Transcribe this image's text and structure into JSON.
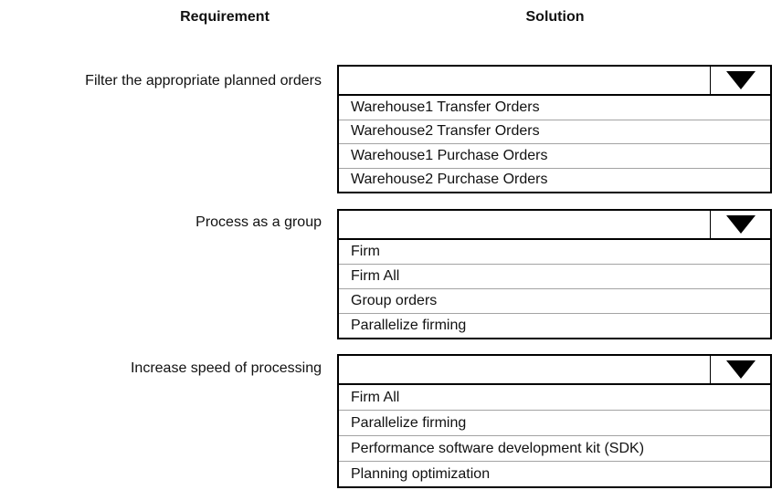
{
  "header": {
    "requirement": "Requirement",
    "solution": "Solution"
  },
  "groups": [
    {
      "requirement": "Filter the appropriate planned orders",
      "selected": "",
      "options": [
        "Warehouse1 Transfer Orders",
        "Warehouse2 Transfer Orders",
        "Warehouse1 Purchase Orders",
        "Warehouse2 Purchase Orders"
      ]
    },
    {
      "requirement": "Process as a group",
      "selected": "",
      "options": [
        "Firm",
        "Firm All",
        "Group orders",
        "Parallelize firming"
      ]
    },
    {
      "requirement": "Increase speed of processing",
      "selected": "",
      "options": [
        "Firm All",
        "Parallelize firming",
        "Performance software development kit (SDK)",
        "Planning optimization"
      ]
    }
  ],
  "icons": {
    "dropdown_caret": "caret-down-icon"
  },
  "colors": {
    "background": "#ffffff",
    "text": "#111111",
    "box_border": "#000000",
    "option_separator": "#a3a3a3"
  }
}
